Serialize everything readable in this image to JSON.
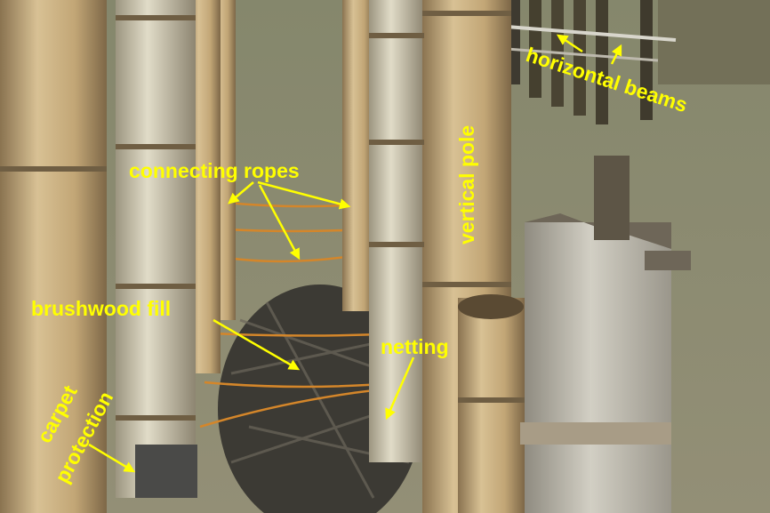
{
  "labels": {
    "horizontal_beams": "horizontal beams",
    "connecting_ropes": "connecting ropes",
    "vertical_pole": "vertical pole",
    "brushwood_fill": "brushwood fill",
    "netting": "netting",
    "carpet": "carpet",
    "protection": "protection"
  },
  "colors": {
    "label": "#ffff00",
    "water": "#8c8b72",
    "bamboo": "#c9ae7e",
    "stump": "#b7b3a6",
    "brushwood": "#3c3a34"
  }
}
